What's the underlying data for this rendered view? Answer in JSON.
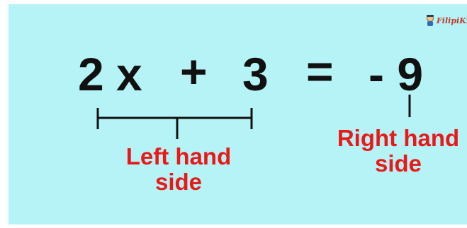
{
  "equation": {
    "coefficient": "2",
    "variable": "x",
    "plus": "+",
    "constant": "3",
    "equals": "=",
    "rhs": "- 9"
  },
  "labels": {
    "left_line1": "Left hand",
    "left_line2": "side",
    "right_line1": "Right hand",
    "right_line2": "side"
  },
  "logo": {
    "text": "FilipiKnow"
  },
  "colors": {
    "background": "#b6f3f6",
    "equation_text": "#111111",
    "label_text": "#e81919"
  }
}
